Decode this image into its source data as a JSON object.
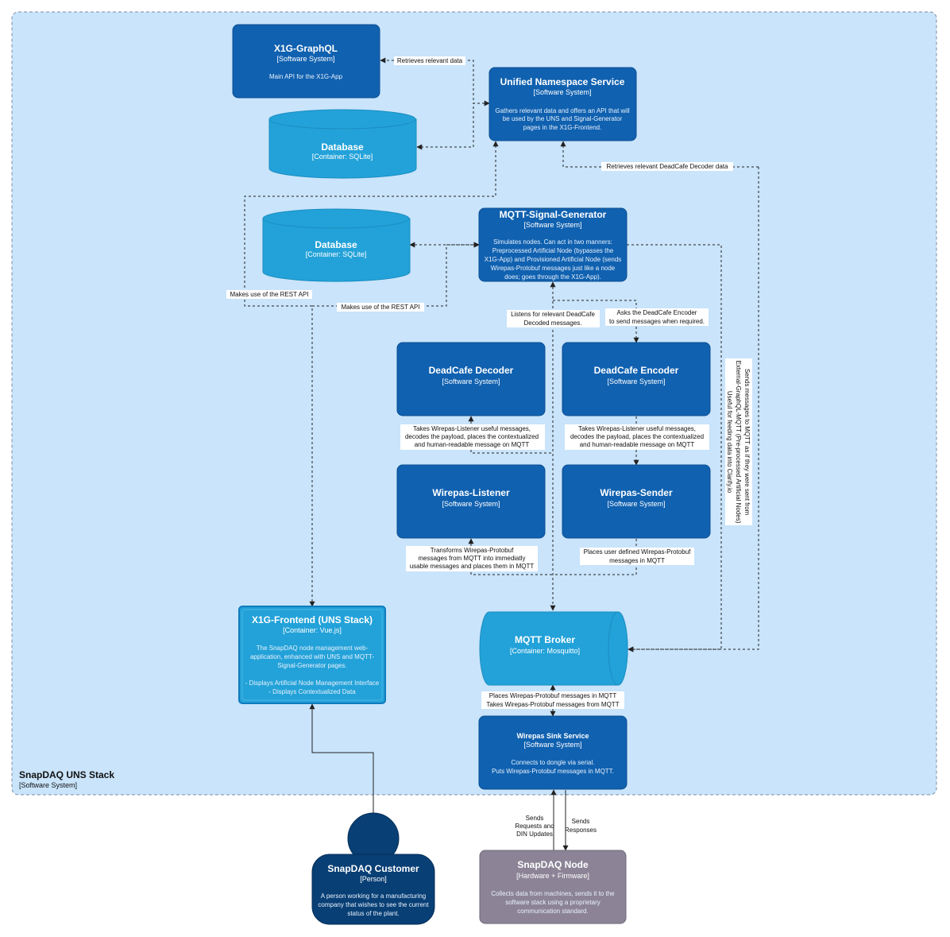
{
  "boundary": {
    "name": "SnapDAQ UNS Stack",
    "tech": "[Software System]"
  },
  "elements": {
    "x1g_graphql": {
      "name": "X1G-GraphQL",
      "tech": "[Software System]",
      "desc": [
        "Main API for the X1G-App"
      ]
    },
    "uns_service": {
      "name": "Unified Namespace Service",
      "tech": "[Software System]",
      "desc": [
        "Gathers relevant data and offers an API that will",
        "be used by the UNS and Signal-Generator",
        "pages in the X1G-Frontend."
      ]
    },
    "database_1": {
      "name": "Database",
      "tech": "[Container: SQLite]"
    },
    "database_2": {
      "name": "Database",
      "tech": "[Container: SQLite]"
    },
    "mqtt_signal_generator": {
      "name": "MQTT-Signal-Generator",
      "tech": "[Software System]",
      "desc": [
        "Simulates nodes. Can act in two manners:",
        "Preprocessed Artificial Node (bypasses the",
        "X1G-App) and Provisioned Artificial Node (sends",
        "Wirepas-Protobuf messages just like a node",
        "does; goes through the X1G-App)."
      ]
    },
    "deadcafe_decoder": {
      "name": "DeadCafe Decoder",
      "tech": "[Software System]"
    },
    "deadcafe_encoder": {
      "name": "DeadCafe Encoder",
      "tech": "[Software System]"
    },
    "wirepas_listener": {
      "name": "Wirepas-Listener",
      "tech": "[Software System]"
    },
    "wirepas_sender": {
      "name": "Wirepas-Sender",
      "tech": "[Software System]"
    },
    "x1g_frontend": {
      "name": "X1G-Frontend (UNS Stack)",
      "tech": "[Container: Vue.js]",
      "desc": [
        "The SnapDAQ node management web-",
        "application, enhanced with UNS and MQTT-",
        "Signal-Generator pages.",
        "",
        "- Displays Artificial Node Management Interface",
        "- Displays Contextualized Data"
      ]
    },
    "mqtt_broker": {
      "name": "MQTT Broker",
      "tech": "[Container: Mosquitto]"
    },
    "wirepas_sink": {
      "name": "Wirepas Sink Service",
      "tech": "[Software System]",
      "desc": [
        "Connects to dongle via serial.",
        "Puts Wirepas-Protobuf messages in MQTT."
      ]
    },
    "customer": {
      "name": "SnapDAQ Customer",
      "tech": "[Person]",
      "desc": [
        "A person working for a manufacturing",
        "company that wishes to see the current",
        "status of the plant."
      ]
    },
    "snapdaq_node": {
      "name": "SnapDAQ Node",
      "tech": "[Hardware + Firmware]",
      "desc": [
        "Collects data from machines, sends it to the",
        "software stack using a proprietary",
        "communication standard."
      ]
    }
  },
  "relations": {
    "retrieves_relevant_data": [
      "Retrieves relevant data"
    ],
    "retrieves_deadcafe": [
      "Retrieves relevant DeadCafe Decoder data"
    ],
    "makes_use_rest_1": [
      "Makes use of the REST API"
    ],
    "makes_use_rest_2": [
      "Makes use of the REST API"
    ],
    "listens_decoded": [
      "Listens for relevant DeadCafe",
      "Decoded messages."
    ],
    "asks_encoder": [
      "Asks the DeadCafe Encoder",
      "to send messages when required."
    ],
    "decoder_takes": [
      "Takes Wirepas-Listener useful messages,",
      "decodes the payload, places the contextualized",
      "and human-readable message on MQTT"
    ],
    "encoder_takes": [
      "Takes Wirepas-Listener useful messages,",
      "decodes the payload, places the contextualized",
      "and human-readable message on MQTT"
    ],
    "transforms_protobuf": [
      "Transforms Wirepas-Protobuf",
      "messages from MQTT into immediatly",
      "usable messages and places them in MQTT"
    ],
    "places_user_defined": [
      "Places user defined Wirepas-Protobuf",
      "messages in MQTT"
    ],
    "sends_to_mqtt": [
      "Sends messages to MQTT as if they were sent from",
      "External-GraphQL-MQTT (Pre-processed Artificial Nodes)",
      "Useful for feeding data into Clarify.io"
    ],
    "sink_broker": [
      "Places Wirepas-Protobuf messages in MQTT",
      "Takes Wirepas-Protobuf messages from MQTT"
    ],
    "sends_requests": [
      "Sends",
      "Requests and",
      "DIN Updates"
    ],
    "sends_responses": [
      "Sends",
      "Responses"
    ]
  }
}
